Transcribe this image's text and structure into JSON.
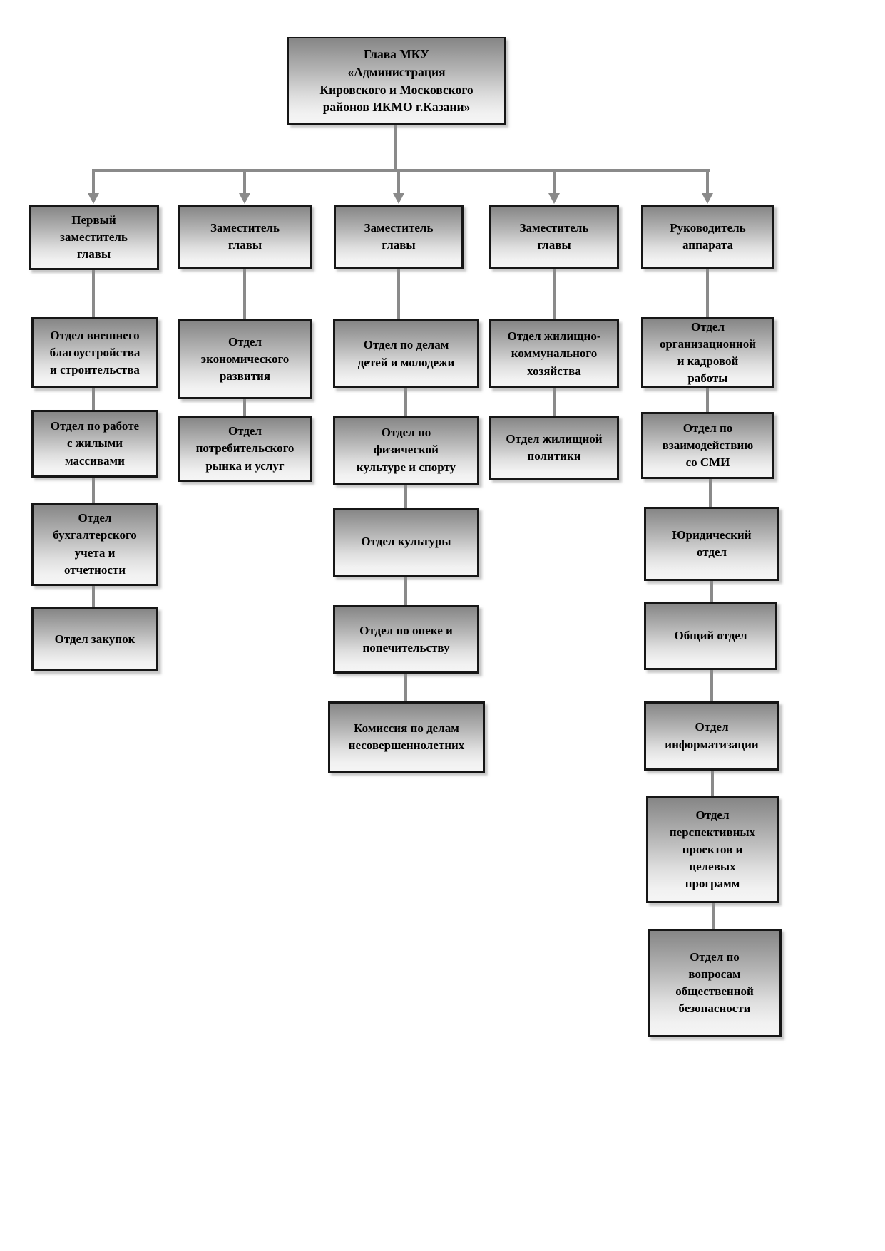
{
  "root": {
    "label": "Глава МКУ\n«Администрация\nКировского и Московского\nрайонов ИКМО г.Казани»"
  },
  "columns": [
    {
      "head": "Первый\nзаместитель\nглавы",
      "children": [
        "Отдел внешнего\nблагоустройства\nи строительства",
        "Отдел по работе\nс жилыми\nмассивами",
        "Отдел\nбухгалтерского\nучета и\nотчетности",
        "Отдел закупок"
      ]
    },
    {
      "head": "Заместитель\nглавы",
      "children": [
        "Отдел\nэкономического\nразвития",
        "Отдел\nпотребительского\nрынка и услуг"
      ]
    },
    {
      "head": "Заместитель\nглавы",
      "children": [
        "Отдел по делам\nдетей и молодежи",
        "Отдел по\nфизической\nкультуре и спорту",
        "Отдел культуры",
        "Отдел по опеке и\nпопечительству",
        "Комиссия по делам\nнесовершеннолетних"
      ]
    },
    {
      "head": "Заместитель\nглавы",
      "children": [
        "Отдел жилищно-\nкоммунального\nхозяйства",
        "Отдел жилищной\nполитики"
      ]
    },
    {
      "head": "Руководитель\nаппарата",
      "children": [
        "Отдел\nорганизационной\nи кадровой\nработы",
        "Отдел по\nвзаимодействию\nсо СМИ",
        "Юридический\nотдел",
        "Общий отдел",
        "Отдел\nинформатизации",
        "Отдел\nперспективных\nпроектов и\nцелевых\nпрограмм",
        "Отдел по\nвопросам\nобщественной\nбезопасности"
      ]
    }
  ],
  "colors": {
    "connector": "#8a8a8a",
    "box_border": "#161616",
    "gradient_top": "#868686",
    "gradient_bottom": "#f5f5f5",
    "text": "#000000"
  }
}
